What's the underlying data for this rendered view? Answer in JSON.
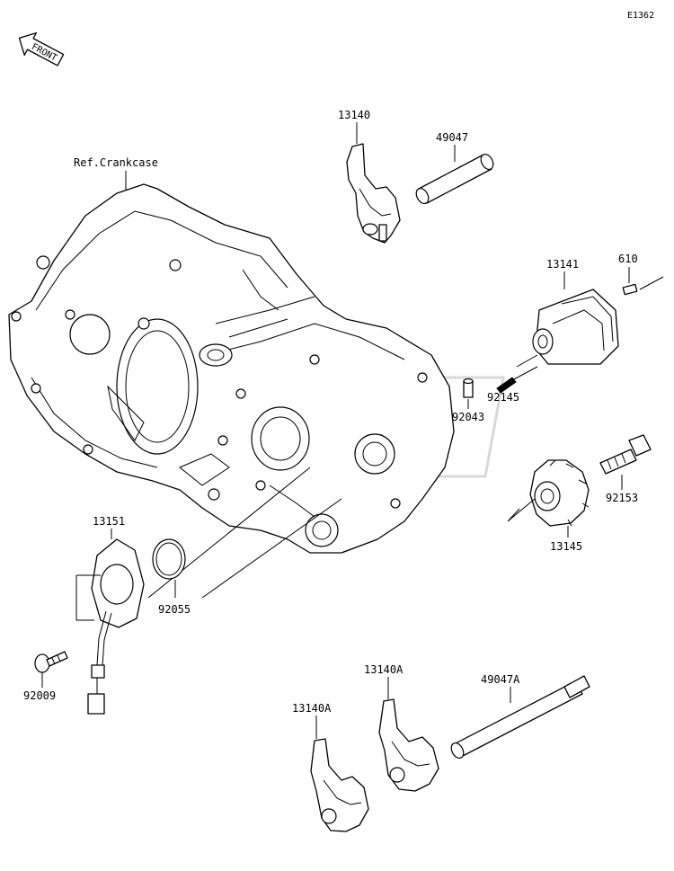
{
  "diagram_code": "E1362",
  "front_label": "FRONT",
  "reference_label": "Ref.Crankcase",
  "parts": [
    {
      "id": "13140",
      "label": "13140"
    },
    {
      "id": "49047",
      "label": "49047"
    },
    {
      "id": "13141",
      "label": "13141"
    },
    {
      "id": "610",
      "label": "610"
    },
    {
      "id": "92145",
      "label": "92145"
    },
    {
      "id": "92043",
      "label": "92043"
    },
    {
      "id": "92153",
      "label": "92153"
    },
    {
      "id": "13145",
      "label": "13145"
    },
    {
      "id": "13151",
      "label": "13151"
    },
    {
      "id": "92055",
      "label": "92055"
    },
    {
      "id": "92009",
      "label": "92009"
    },
    {
      "id": "13140A-rear",
      "label": "13140A"
    },
    {
      "id": "49047A",
      "label": "49047A"
    },
    {
      "id": "13140A-front",
      "label": "13140A"
    }
  ]
}
